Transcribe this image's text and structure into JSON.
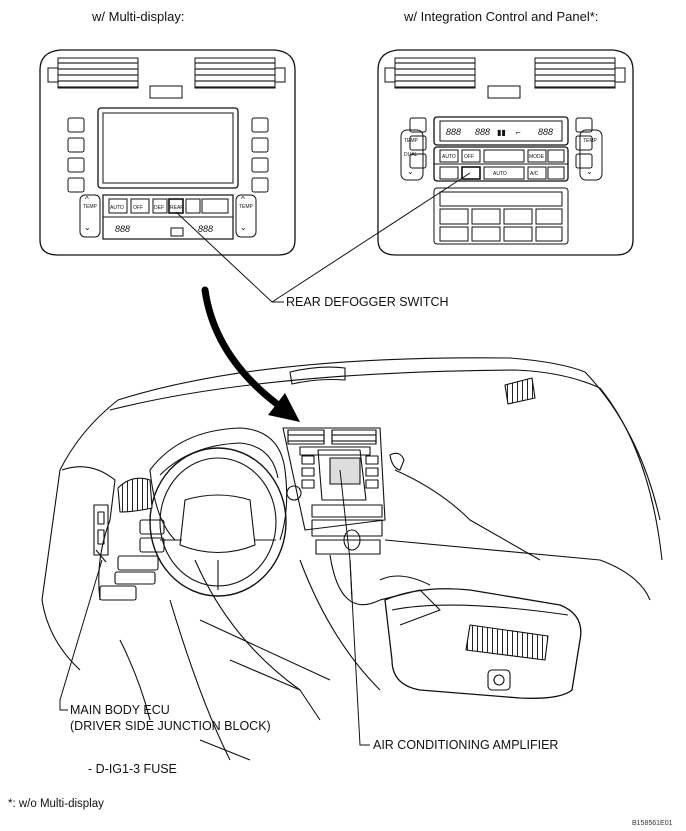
{
  "headings": {
    "left": "w/ Multi-display:",
    "right": "w/ Integration Control and Panel*:"
  },
  "callouts": {
    "rear_defogger": "REAR DEFOGGER SWITCH",
    "main_body_ecu_line1": "MAIN BODY ECU",
    "main_body_ecu_line2": "(DRIVER SIDE JUNCTION BLOCK)",
    "ac_amplifier": "AIR CONDITIONING AMPLIFIER",
    "fuse": "- D-IG1-3 FUSE"
  },
  "footnote": "*: w/o Multi-display",
  "figure_id": "B158561E01",
  "panel_left": {
    "buttons": [
      "AUTO",
      "OFF",
      "DEF",
      "REAR"
    ],
    "display_left": "888",
    "display_right": "888",
    "knob_left_top": "TEMP",
    "knob_right_top": "TEMP"
  },
  "panel_right": {
    "display_left": "888",
    "display_mid": "888",
    "display_right": "888",
    "row1": [
      "AUTO",
      "OFF",
      "MODE"
    ],
    "row2": [
      "AUTO",
      "A/C"
    ],
    "knob_left_top": "TEMP",
    "knob_left_mid": "DUAL",
    "knob_right_top": "TEMP"
  }
}
